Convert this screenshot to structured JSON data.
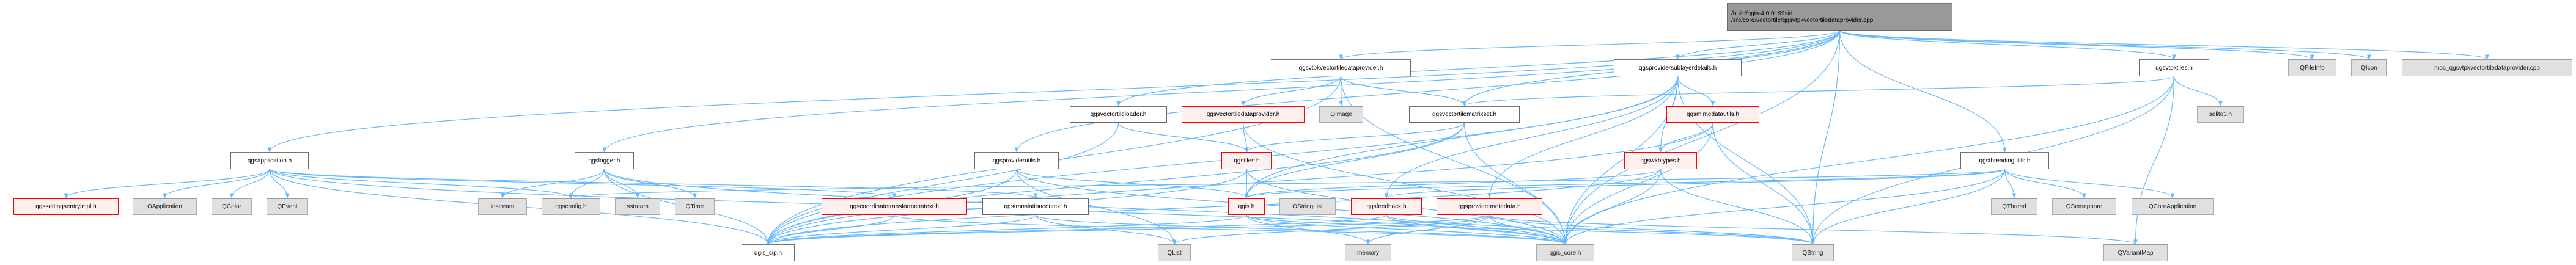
{
  "root": {
    "line1": "/build/qgis-4.0.0+99sid",
    "line2": "/src/core/vectortile/qgsvtpkvectortiledataprovider.cpp"
  },
  "nodes": {
    "qgsprovidersublayerdetails": "qgsprovidersublayerdetails.h",
    "qgsvtpktiles": "qgsvtpktiles.h",
    "QFileInfo": "QFileInfo",
    "QIcon": "QIcon",
    "moc": "moc_qgsvtpkvectortiledataprovider.cpp",
    "qgsvtpkvectortiledataprovider": "qgsvtpkvectortiledataprovider.h",
    "qgsmimedatautils": "qgsmimedatautils.h",
    "sqlite3": "sqlite3.h",
    "qgsvectortileloader": "qgsvectortileloader.h",
    "qgsvectortiledataprovider": "qgsvectortiledataprovider.h",
    "QImage": "QImage",
    "qgsvectortilematrixset": "qgsvectortilematrixset.h",
    "qgsapplication": "qgsapplication.h",
    "qgslogger": "qgslogger.h",
    "qgsproviderutils": "qgsproviderutils.h",
    "qgstiles": "qgstiles.h",
    "qgswkbtypes": "qgswkbtypes.h",
    "qgsthreadingutils": "qgsthreadingutils.h",
    "qgssettingsentryimpl": "qgssettingsentryimpl.h",
    "QApplication": "QApplication",
    "QColor": "QColor",
    "QEvent": "QEvent",
    "iostream": "iostream",
    "qgsconfig": "qgsconfig.h",
    "sstream": "sstream",
    "QTime": "QTime",
    "qgscoordinatetransformcontext": "qgscoordinatetransformcontext.h",
    "qgstranslationcontext": "qgstranslationcontext.h",
    "qgis": "qgis.h",
    "QStringList": "QStringList",
    "qgsfeedback": "qgsfeedback.h",
    "qgsprovidermetadata": "qgsprovidermetadata.h",
    "QThread": "QThread",
    "QSemaphore": "QSemaphore",
    "QCoreApplication": "QCoreApplication",
    "qgis_sip": "qgis_sip.h",
    "QList": "QList",
    "memory": "memory",
    "qgis_core": "qgis_core.h",
    "QString": "QString",
    "QVariantMap": "QVariantMap"
  },
  "edges": [
    [
      "root",
      "qgsapplication"
    ],
    [
      "root",
      "qgslogger"
    ],
    [
      "root",
      "qgsproviderutils"
    ],
    [
      "root",
      "qgsvtpkvectortiledataprovider"
    ],
    [
      "root",
      "qgsvectortileloader"
    ],
    [
      "root",
      "qgsprovidersublayerdetails"
    ],
    [
      "root",
      "qgsvtpktiles"
    ],
    [
      "root",
      "QFileInfo"
    ],
    [
      "root",
      "QIcon"
    ],
    [
      "root",
      "moc"
    ],
    [
      "root",
      "qgsthreadingutils"
    ],
    [
      "root",
      "qgsvectortilematrixset"
    ],
    [
      "root",
      "qgis_core"
    ],
    [
      "root",
      "QString"
    ],
    [
      "qgsvtpkvectortiledataprovider",
      "qgsvectortiledataprovider"
    ],
    [
      "qgsvtpkvectortiledataprovider",
      "QImage"
    ],
    [
      "qgsvtpkvectortiledataprovider",
      "qgsvectortilematrixset"
    ],
    [
      "qgsvtpkvectortiledataprovider",
      "qgis_core"
    ],
    [
      "qgsvtpkvectortiledataprovider",
      "qgis_sip"
    ],
    [
      "qgsvectortileloader",
      "qgstiles"
    ],
    [
      "qgsvectortileloader",
      "qgis_sip"
    ],
    [
      "qgsvectortiledataprovider",
      "qgstiles"
    ],
    [
      "qgsvectortiledataprovider",
      "qgis_core"
    ],
    [
      "qgsvectortilematrixset",
      "qgstiles"
    ],
    [
      "qgsvectortilematrixset",
      "qgis"
    ],
    [
      "qgsvectortilematrixset",
      "qgis_core"
    ],
    [
      "qgsvectortilematrixset",
      "qgis_sip"
    ],
    [
      "qgstiles",
      "qgis"
    ],
    [
      "qgstiles",
      "qgis_core"
    ],
    [
      "qgstiles",
      "qgis_sip"
    ],
    [
      "qgsproviderutils",
      "qgis_sip"
    ],
    [
      "qgsproviderutils",
      "QList"
    ],
    [
      "qgsproviderutils",
      "qgis_core"
    ],
    [
      "qgsproviderutils",
      "qgis"
    ],
    [
      "qgsprovidersublayerdetails",
      "qgsmimedatautils"
    ],
    [
      "qgsprovidersublayerdetails",
      "qgswkbtypes"
    ],
    [
      "qgsprovidersublayerdetails",
      "qgis"
    ],
    [
      "qgsprovidersublayerdetails",
      "qgsfeedback"
    ],
    [
      "qgsprovidersublayerdetails",
      "qgsprovidermetadata"
    ],
    [
      "qgsprovidersublayerdetails",
      "qgis_core"
    ],
    [
      "qgsprovidersublayerdetails",
      "QString"
    ],
    [
      "qgsprovidersublayerdetails",
      "qgis_sip"
    ],
    [
      "qgsmimedatautils",
      "qgswkbtypes"
    ],
    [
      "qgsmimedatautils",
      "QString"
    ],
    [
      "qgsmimedatautils",
      "qgis_core"
    ],
    [
      "qgsmimedatautils",
      "qgis_sip"
    ],
    [
      "qgswkbtypes",
      "QString"
    ],
    [
      "qgswkbtypes",
      "qgis_core"
    ],
    [
      "qgswkbtypes",
      "qgis_sip"
    ],
    [
      "qgswkbtypes",
      "qgis"
    ],
    [
      "qgsvtpktiles",
      "qgsvectortilematrixset"
    ],
    [
      "qgsvtpktiles",
      "sqlite3"
    ],
    [
      "qgsvtpktiles",
      "QString"
    ],
    [
      "qgsvtpktiles",
      "QVariantMap"
    ],
    [
      "qgsvtpktiles",
      "qgis_core"
    ],
    [
      "qgsthreadingutils",
      "QThread"
    ],
    [
      "qgsthreadingutils",
      "QSemaphore"
    ],
    [
      "qgsthreadingutils",
      "QCoreApplication"
    ],
    [
      "qgsthreadingutils",
      "qgis_core"
    ],
    [
      "qgsthreadingutils",
      "QString"
    ],
    [
      "qgsthreadingutils",
      "qgis"
    ],
    [
      "qgsthreadingutils",
      "qgsfeedback"
    ],
    [
      "qgsthreadingutils",
      "qgsconfig"
    ],
    [
      "qgsapplication",
      "qgssettingsentryimpl"
    ],
    [
      "qgsapplication",
      "QApplication"
    ],
    [
      "qgsapplication",
      "QColor"
    ],
    [
      "qgsapplication",
      "QEvent"
    ],
    [
      "qgsapplication",
      "qgsconfig"
    ],
    [
      "qgsapplication",
      "qgis_sip"
    ],
    [
      "qgsapplication",
      "qgis_core"
    ],
    [
      "qgsapplication",
      "qgstranslationcontext"
    ],
    [
      "qgsapplication",
      "qgscoordinatetransformcontext"
    ],
    [
      "qgslogger",
      "iostream"
    ],
    [
      "qgslogger",
      "qgsconfig"
    ],
    [
      "qgslogger",
      "sstream"
    ],
    [
      "qgslogger",
      "QTime"
    ],
    [
      "qgslogger",
      "qgis_sip"
    ],
    [
      "qgslogger",
      "qgis_core"
    ],
    [
      "qgscoordinatetransformcontext",
      "qgis_sip"
    ],
    [
      "qgscoordinatetransformcontext",
      "qgis_core"
    ],
    [
      "qgstranslationcontext",
      "qgis_sip"
    ],
    [
      "qgstranslationcontext",
      "QList"
    ],
    [
      "qgstranslationcontext",
      "qgis_core"
    ],
    [
      "qgis",
      "qgis_sip"
    ],
    [
      "qgis",
      "memory"
    ],
    [
      "qgis",
      "qgis_core"
    ],
    [
      "qgis",
      "QString"
    ],
    [
      "qgsfeedback",
      "qgis_sip"
    ],
    [
      "qgsfeedback",
      "qgis_core"
    ],
    [
      "qgsfeedback",
      "QString"
    ],
    [
      "qgsprovidermetadata",
      "qgis_sip"
    ],
    [
      "qgsprovidermetadata",
      "memory"
    ],
    [
      "qgsprovidermetadata",
      "QList"
    ],
    [
      "qgsprovidermetadata",
      "qgis_core"
    ],
    [
      "qgsprovidermetadata",
      "QString"
    ],
    [
      "qgsprovidermetadata",
      "QVariantMap"
    ]
  ],
  "colors": {
    "edge": "#63b8ff",
    "root_fill": "#999999",
    "external_fill": "#e0e0e0",
    "truncated_border": "#ff0000",
    "truncated_fill": "#fff0f0"
  }
}
